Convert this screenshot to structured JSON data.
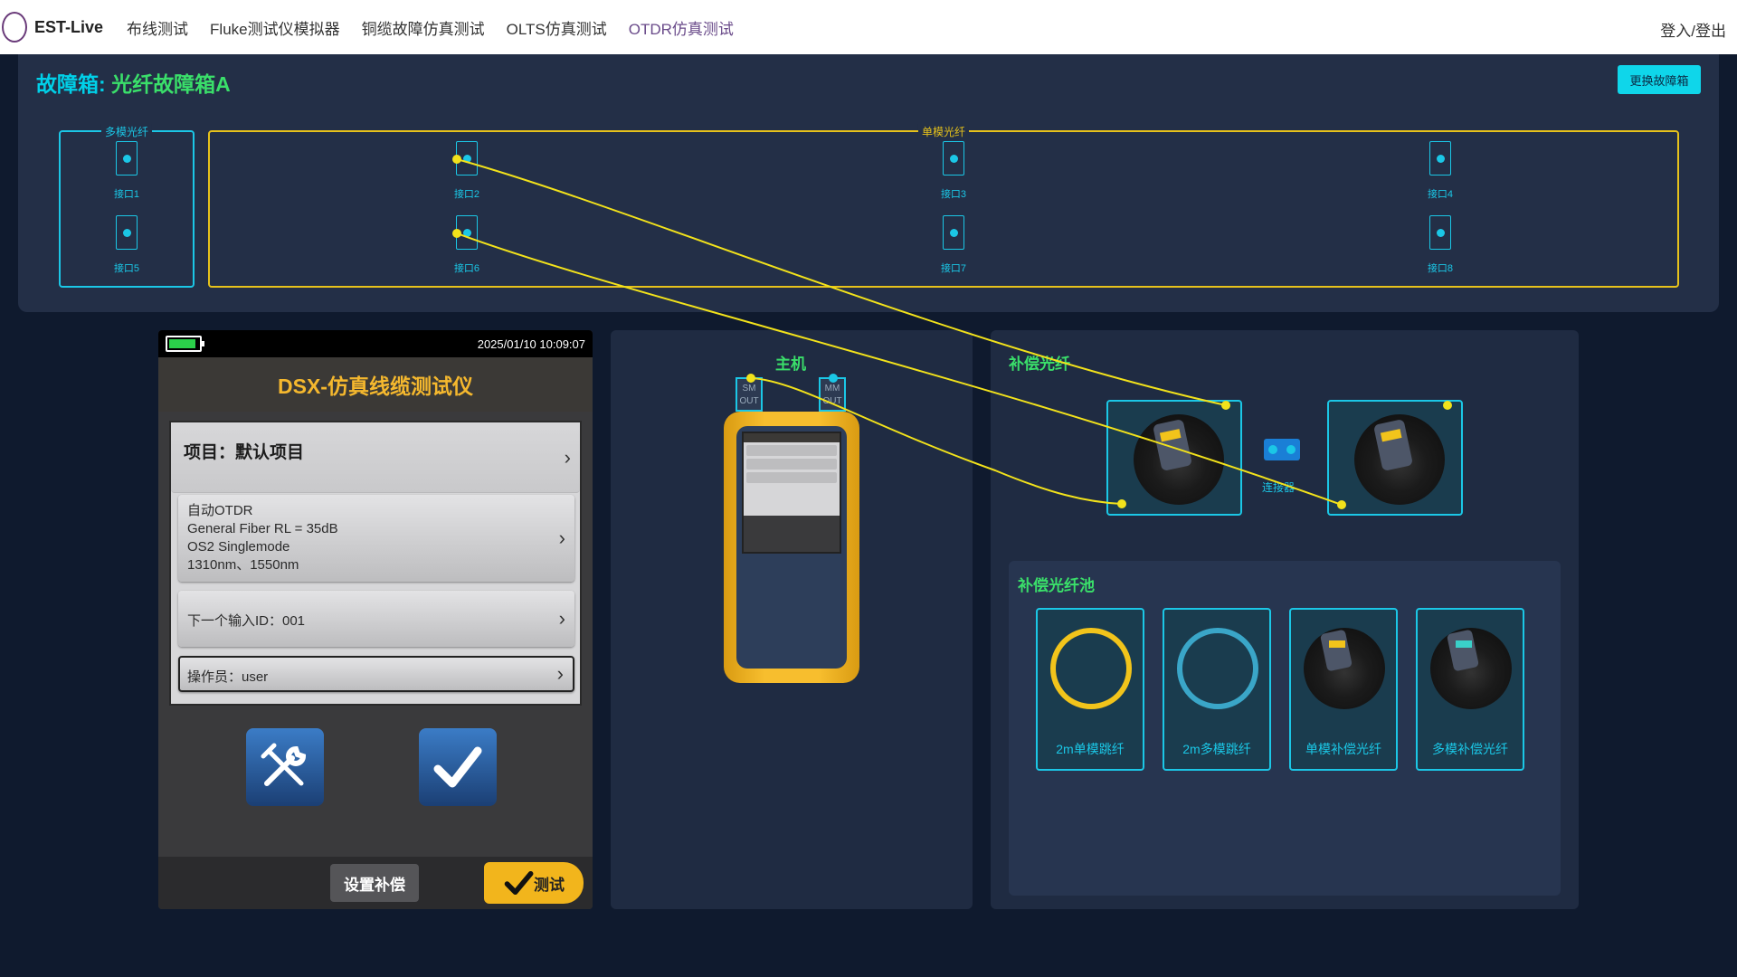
{
  "nav": {
    "brand": "EST-Live",
    "items": [
      "布线测试",
      "Fluke测试仪模拟器",
      "铜缆故障仿真测试",
      "OLTS仿真测试",
      "OTDR仿真测试"
    ],
    "login": "登入/登出"
  },
  "fault": {
    "title_prefix": "故障箱:",
    "title_name": "光纤故障箱A",
    "change_button": "更换故障箱",
    "multimode_label": "多模光纤",
    "singlemode_label": "单模光纤",
    "ports": [
      "接口1",
      "接口2",
      "接口3",
      "接口4",
      "接口5",
      "接口6",
      "接口7",
      "接口8"
    ]
  },
  "dsx": {
    "datetime": "2025/01/10 10:09:07",
    "battery_level": 0.9,
    "title": "DSX-仿真线缆测试仪",
    "project": "项目：默认项目",
    "test_lines": [
      "自动OTDR",
      "General Fiber RL = 35dB",
      "OS2 Singlemode",
      "1310nm、1550nm"
    ],
    "next_id": "下一个输入ID：001",
    "operator": "操作员：user",
    "set_comp_button": "设置补偿",
    "test_button": "测试"
  },
  "host": {
    "label": "主机",
    "sm_port": "SM OUT",
    "mm_port": "MM OUT"
  },
  "comp": {
    "label": "补偿光纤",
    "connector_label": "连接器",
    "pool_label": "补偿光纤池",
    "pool_items": [
      "2m单模跳纤",
      "2m多模跳纤",
      "单模补偿光纤",
      "多模补偿光纤"
    ]
  },
  "colors": {
    "accent": "#1bc7e6",
    "green": "#3adf6a",
    "wire": "#f2e21b",
    "device": "#f7be2e"
  }
}
